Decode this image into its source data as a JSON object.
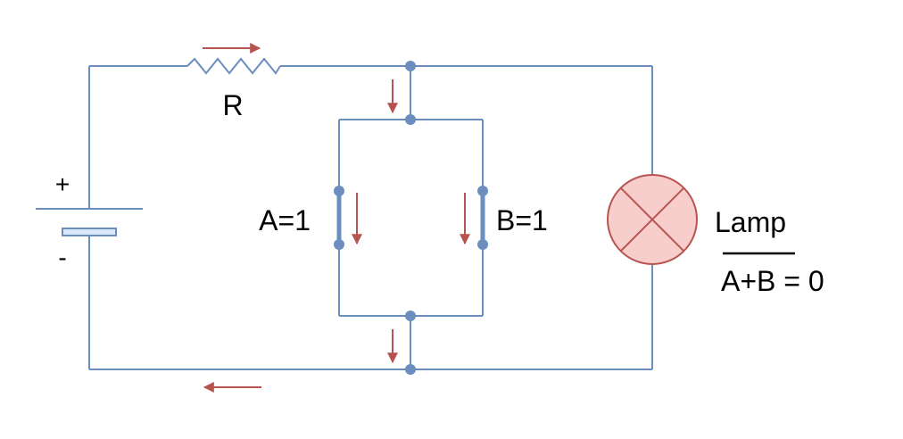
{
  "diagram": {
    "resistor_label": "R",
    "battery_plus": "+",
    "battery_minus": "-",
    "switch_a_label": "A=1",
    "switch_b_label": "B=1",
    "lamp_label": "Lamp",
    "expression_overbar_part": "A+B",
    "expression_rest": " = 0"
  },
  "colors": {
    "wire": "#6c8ebf",
    "current_arrow": "#b85450",
    "lamp_fill": "#f8cecc",
    "lamp_stroke": "#b85450",
    "battery_plate_fill": "#dae8fc"
  }
}
